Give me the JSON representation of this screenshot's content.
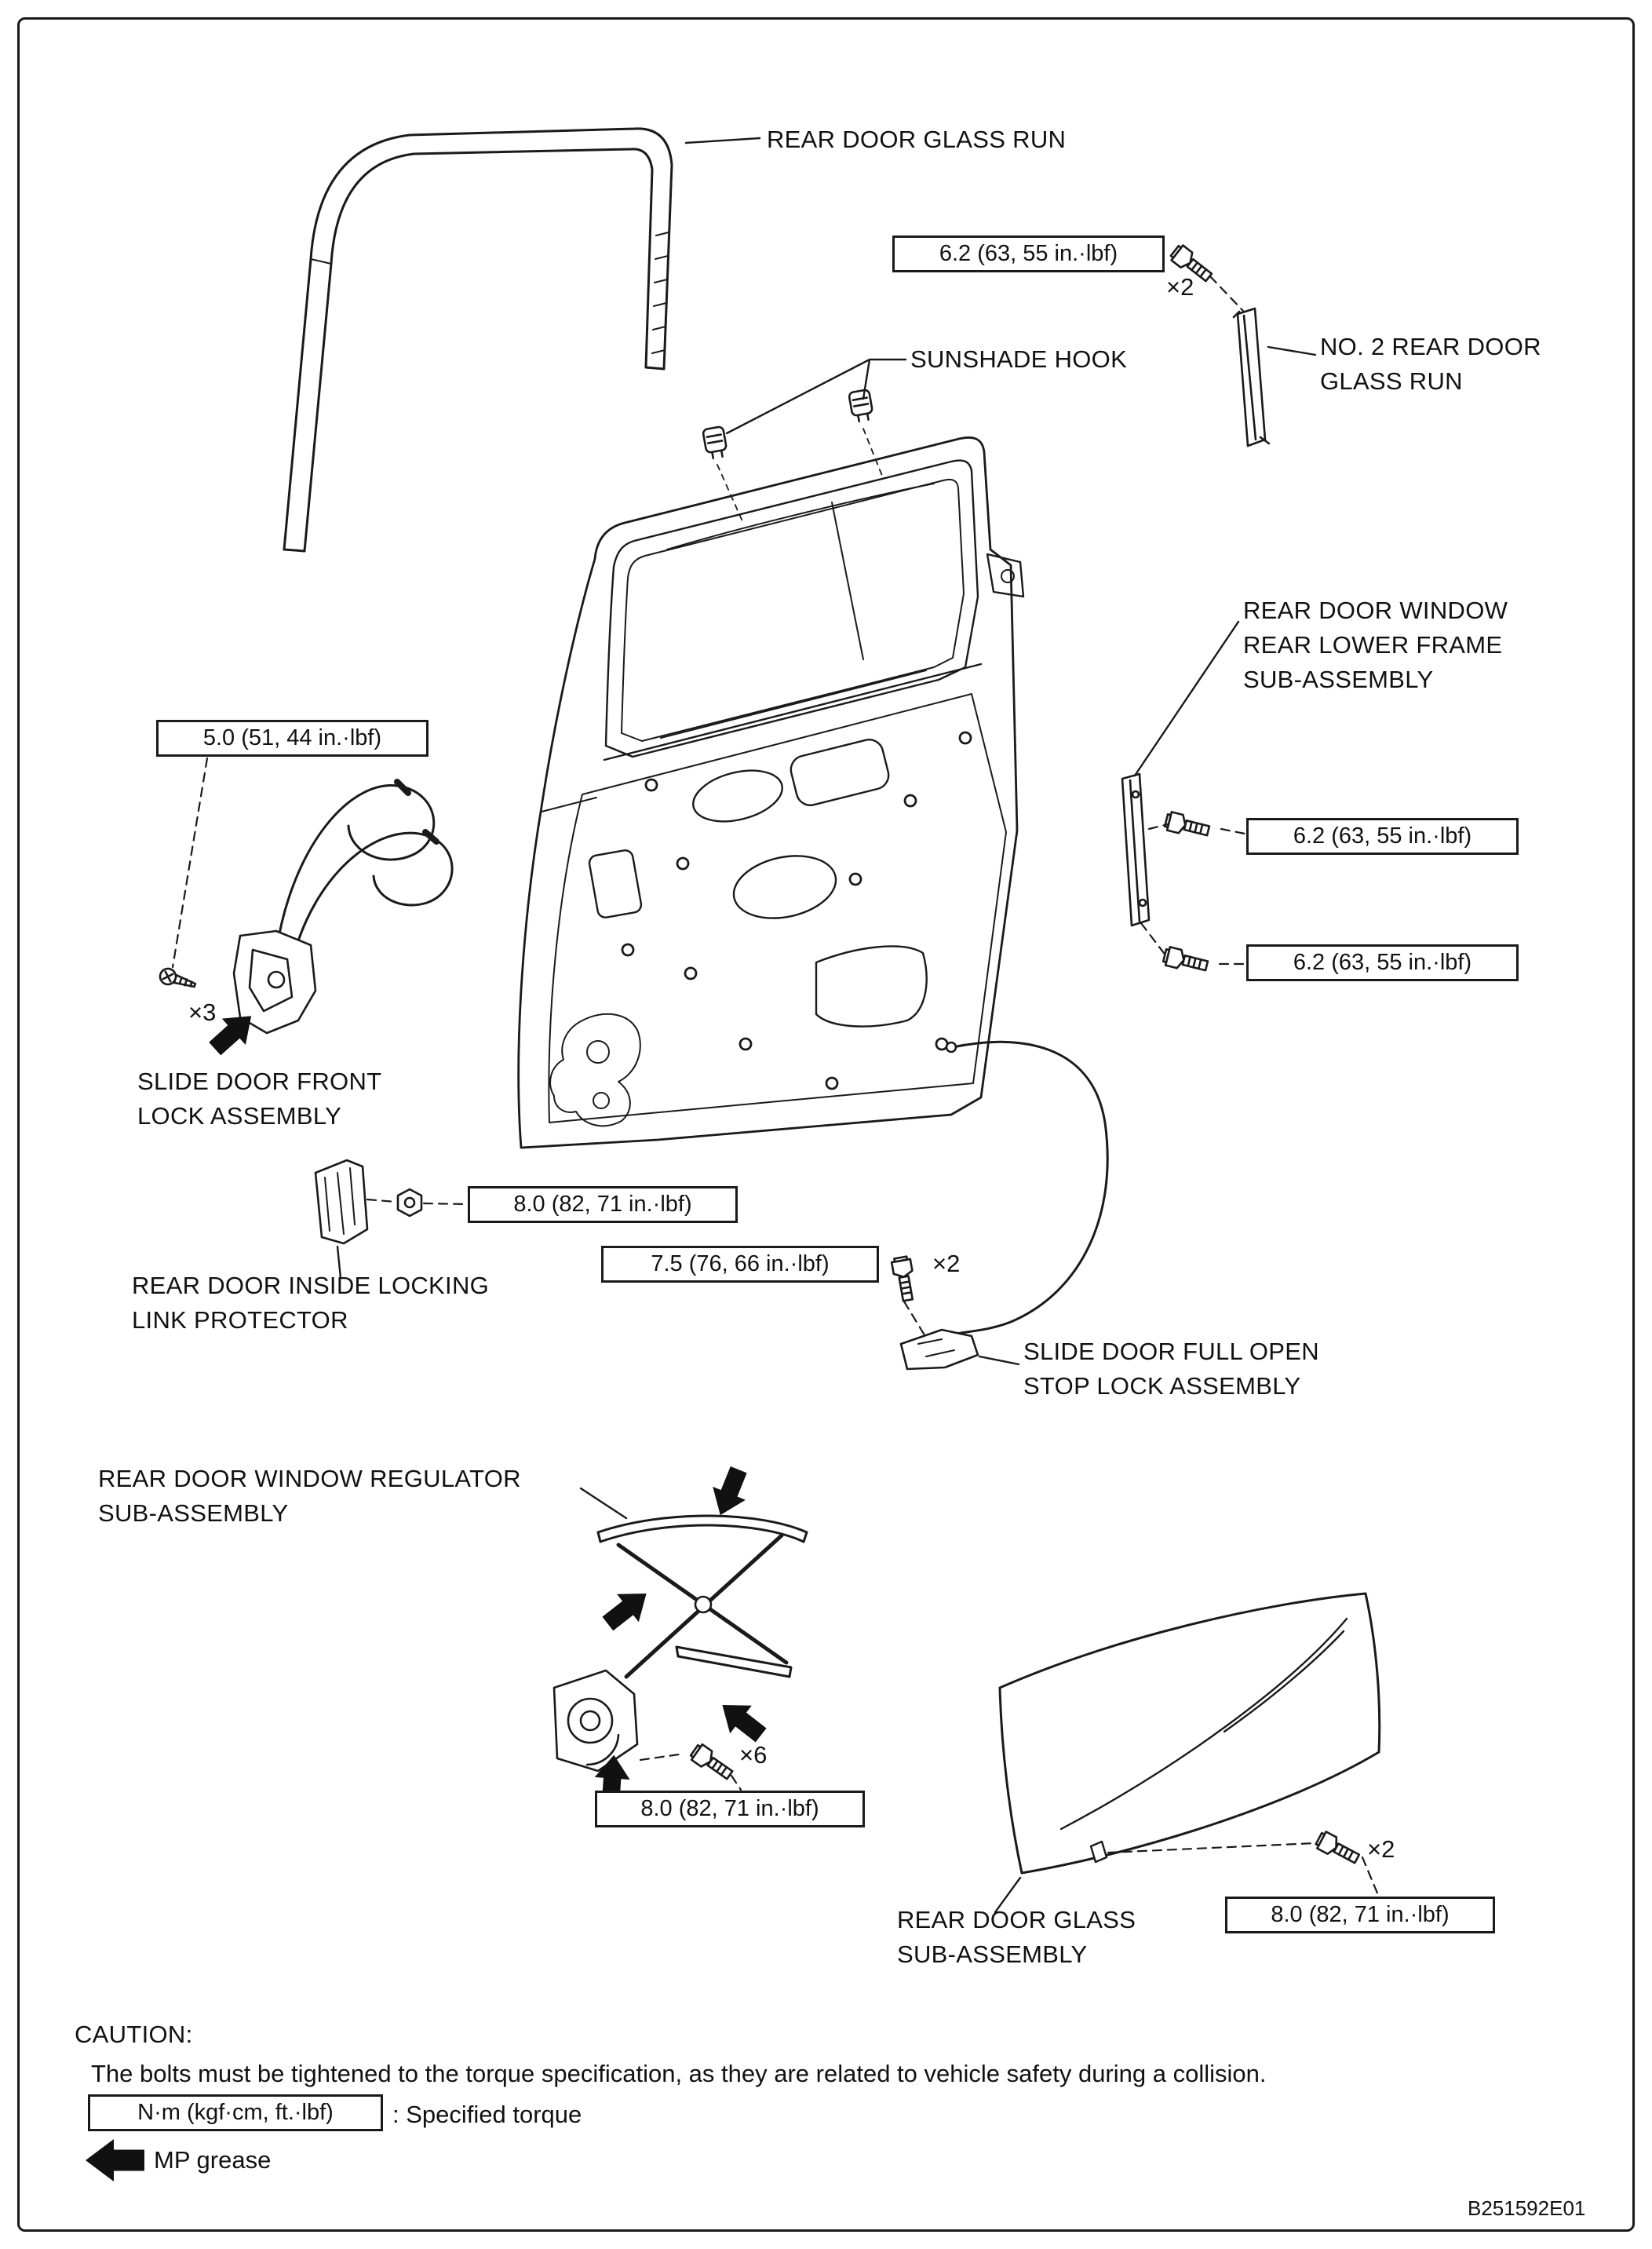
{
  "labels": {
    "rear_door_glass_run": {
      "lines": [
        "REAR DOOR GLASS RUN"
      ]
    },
    "sunshade_hook": {
      "lines": [
        "SUNSHADE HOOK"
      ]
    },
    "no2_rear_door_glass_run": {
      "lines": [
        "NO. 2 REAR DOOR",
        "GLASS RUN"
      ]
    },
    "rear_lower_frame": {
      "lines": [
        "REAR DOOR WINDOW",
        "REAR LOWER FRAME",
        "SUB-ASSEMBLY"
      ]
    },
    "front_lock": {
      "lines": [
        "SLIDE DOOR FRONT",
        "LOCK ASSEMBLY"
      ]
    },
    "locking_link_protector": {
      "lines": [
        "REAR DOOR INSIDE LOCKING",
        "LINK PROTECTOR"
      ]
    },
    "full_open_stop_lock": {
      "lines": [
        "SLIDE DOOR FULL OPEN",
        "STOP LOCK ASSEMBLY"
      ]
    },
    "window_regulator": {
      "lines": [
        "REAR DOOR WINDOW REGULATOR",
        "SUB-ASSEMBLY"
      ]
    },
    "glass_sub_assembly": {
      "lines": [
        "REAR DOOR GLASS",
        "SUB-ASSEMBLY"
      ]
    }
  },
  "torque_specs": {
    "glass_run_no2": {
      "value": "6.2 (63, 55 in.·lbf)",
      "qty": "×2"
    },
    "lower_frame_upper": {
      "value": "6.2 (63, 55 in.·lbf)"
    },
    "lower_frame_lower": {
      "value": "6.2 (63, 55 in.·lbf)"
    },
    "front_lock": {
      "value": "5.0 (51, 44 in.·lbf)",
      "qty": "×3"
    },
    "protector_nut": {
      "value": "8.0 (82, 71 in.·lbf)"
    },
    "full_open_stop": {
      "value": "7.5 (76, 66 in.·lbf)",
      "qty": "×2"
    },
    "regulator": {
      "value": "8.0 (82, 71 in.·lbf)",
      "qty": "×6"
    },
    "glass": {
      "value": "8.0 (82, 71 in.·lbf)",
      "qty": "×2"
    }
  },
  "caution": {
    "heading": "CAUTION:",
    "body": "The bolts must be tightened to the torque specification, as they are related to vehicle safety during a collision.",
    "legend_box": "N·m (kgf·cm, ft.·lbf)",
    "legend_suffix": ": Specified torque",
    "grease_label": "MP grease"
  },
  "footer": {
    "drawing_code": "B251592E01"
  },
  "icons": {
    "mp_grease_arrow": "solid-black-arrow",
    "bolt": "hex-head-bolt",
    "screw": "pan-head-screw",
    "nut": "hex-nut",
    "sunshade_hook_clip": "clip"
  },
  "colors": {
    "line": "#1a1a1a",
    "background": "#ffffff"
  }
}
